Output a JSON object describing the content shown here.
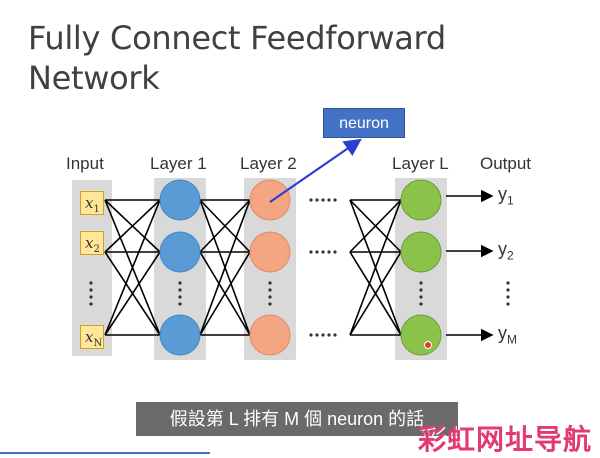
{
  "slide": {
    "title_line1": "Fully Connect Feedforward",
    "title_line2": "Network",
    "callout": "neuron",
    "labels": {
      "input": "Input",
      "layer1": "Layer 1",
      "layer2": "Layer 2",
      "layerL": "Layer L",
      "output": "Output"
    },
    "inputs": [
      {
        "base": "x",
        "sub": "1"
      },
      {
        "base": "x",
        "sub": "2"
      },
      {
        "base": "x",
        "sub": "N"
      }
    ],
    "outputs": [
      {
        "base": "y",
        "sub": "1"
      },
      {
        "base": "y",
        "sub": "2"
      },
      {
        "base": "y",
        "sub": "M"
      }
    ],
    "colors": {
      "layer1": "#5b9bd5",
      "layer2": "#f4a582",
      "layerL": "#8bc34a",
      "column_bg": "#d9d9d9",
      "callout": "#4472c4",
      "input_box": "#ffe699"
    }
  },
  "subtitle": "假設第 L 排有 M 個 neuron 的話",
  "watermark": "彩虹网址导航"
}
